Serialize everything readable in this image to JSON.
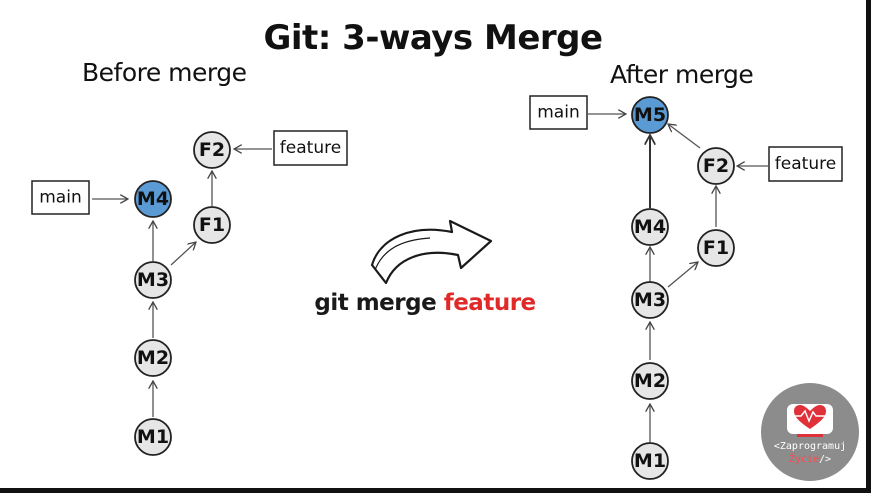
{
  "title": "Git: 3-ways Merge",
  "before": {
    "heading": "Before merge",
    "main_label": "main",
    "feature_label": "feature",
    "commits": {
      "m1": "M1",
      "m2": "M2",
      "m3": "M3",
      "m4": "M4",
      "f1": "F1",
      "f2": "F2"
    },
    "highlighted_commit": "M4"
  },
  "after": {
    "heading": "After merge",
    "main_label": "main",
    "feature_label": "feature",
    "commits": {
      "m1": "M1",
      "m2": "M2",
      "m3": "M3",
      "m4": "M4",
      "m5": "M5",
      "f1": "F1",
      "f2": "F2"
    },
    "highlighted_commit": "M5"
  },
  "command": {
    "prefix": "git merge",
    "branch": "feature"
  },
  "logo": {
    "line1": "<Zaprogramuj",
    "line2_accent": "Życie",
    "line2_rest": "/>"
  },
  "colors": {
    "highlight_node": "#5b9bd5",
    "normal_node": "#e6e6e6",
    "command_branch": "#e02a2a",
    "logo_background": "#8c8c8c",
    "logo_heart": "#e0303a"
  }
}
